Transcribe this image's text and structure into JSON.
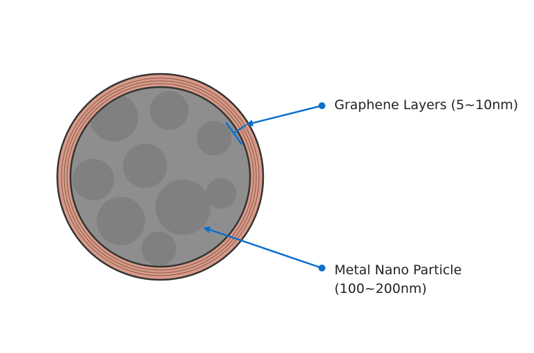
{
  "labels": {
    "graphene": "Graphene Layers (5~10nm)",
    "metal_line1": "Metal Nano Particle",
    "metal_line2": "(100~200nm)"
  },
  "colors": {
    "shell": "#d99a87",
    "core": "#8c8c8c",
    "core_dark": "#7a7a7a",
    "outline": "#333333",
    "annotation": "#0a6fce"
  }
}
